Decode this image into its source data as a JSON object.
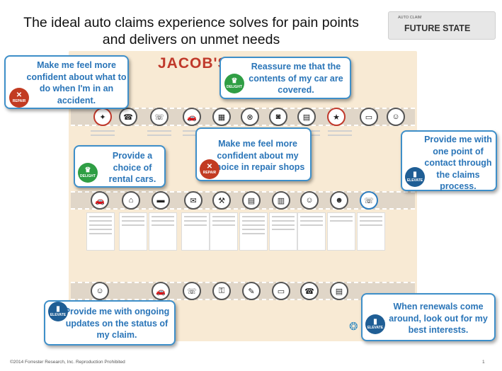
{
  "title": {
    "line1": "The ideal auto claims experience solves for pain points",
    "line2": "and delivers on unmet needs"
  },
  "tag": {
    "small": "AUTO CLAIM",
    "big": "FUTURE STATE"
  },
  "map": {
    "title": "JACOB'S"
  },
  "callouts": [
    {
      "id": "confident-accident",
      "badge": "REPAIR",
      "lines": [
        "Make me feel more",
        "confident about what to",
        "do when I'm in an",
        "accident."
      ]
    },
    {
      "id": "reassure-contents",
      "badge": "DELIGHT",
      "lines": [
        "Reassure me that the",
        "contents of my car are",
        "covered."
      ]
    },
    {
      "id": "rental-choice",
      "badge": "DELIGHT",
      "lines": [
        "Provide a",
        "choice of",
        "rental cars."
      ]
    },
    {
      "id": "repair-shops",
      "badge": "REPAIR",
      "lines": [
        "Make me feel more",
        "confident about my",
        "choice in repair shops"
      ]
    },
    {
      "id": "one-contact",
      "badge": "ELEVATE",
      "lines": [
        "Provide me with",
        "one point of",
        "contact through",
        "the claims",
        "process."
      ]
    },
    {
      "id": "ongoing-updates",
      "badge": "ELEVATE",
      "lines": [
        "Provide me with ongoing",
        "updates on the status of",
        "my claim."
      ]
    },
    {
      "id": "renewals",
      "badge": "ELEVATE",
      "lines": [
        "When renewals come",
        "around, look out for my",
        "best interests."
      ]
    }
  ],
  "footer": "©2014 Forrester Research, Inc. Reproduction Prohibited",
  "page_number": "1"
}
